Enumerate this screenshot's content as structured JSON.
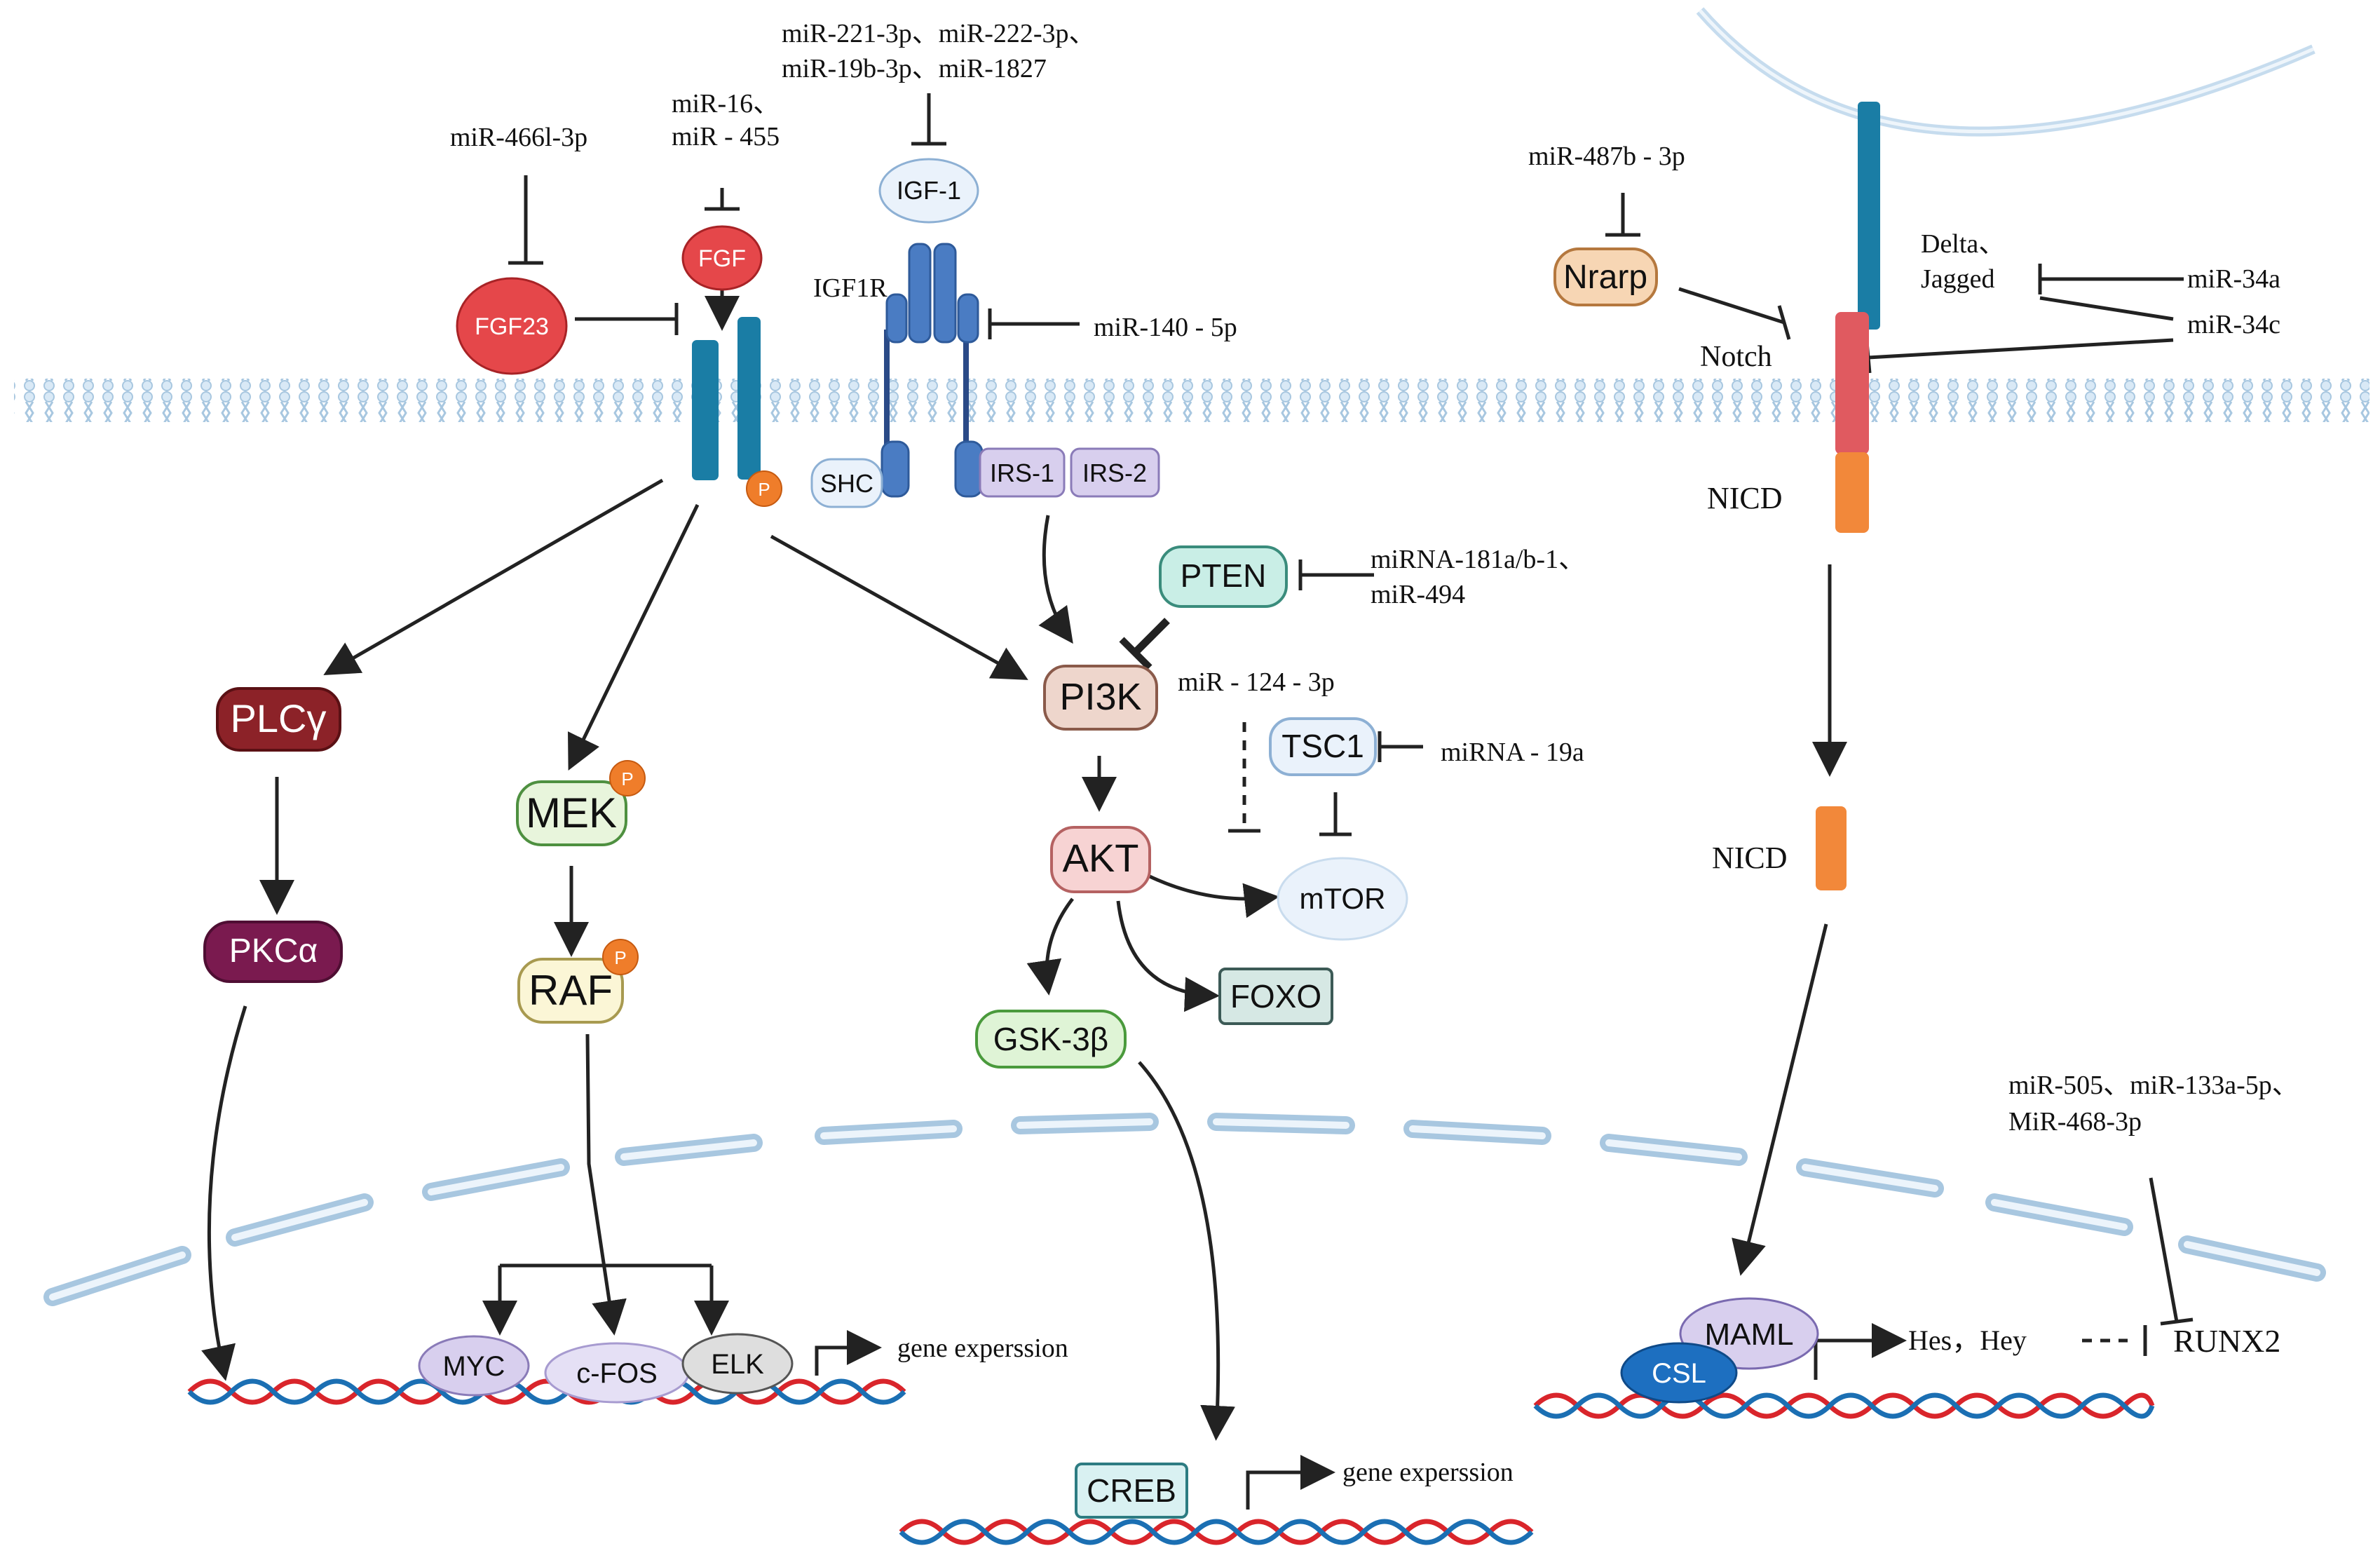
{
  "mirna": {
    "mir466": "miR-466l-3p",
    "mir16_a": "miR-16、",
    "mir16_b": "miR - 455",
    "mir221_a": "miR-221-3p、miR-222-3p、",
    "mir221_b": "miR-19b-3p、miR-1827",
    "mir140": "miR-140 - 5p",
    "mir181_a": "miRNA-181a/b-1、",
    "mir181_b": "miR-494",
    "mir124": "miR - 124 - 3p",
    "mir19a": "miRNA - 19a",
    "mir487": "miR-487b - 3p",
    "mir34a": "miR-34a",
    "mir34c": "miR-34c",
    "mir505_a": "miR-505、miR-133a-5p、",
    "mir505_b": "MiR-468-3p"
  },
  "nodes": {
    "fgf23": "FGF23",
    "fgf": "FGF",
    "igf1": "IGF-1",
    "igf1r": "IGF1R",
    "shc": "SHC",
    "irs1": "IRS-1",
    "irs2": "IRS-2",
    "pten": "PTEN",
    "pi3k": "PI3K",
    "tsc1": "TSC1",
    "akt": "AKT",
    "mtor": "mTOR",
    "foxo": "FOXO",
    "gsk": "GSK-3β",
    "creb": "CREB",
    "plcg": "PLCγ",
    "pkca": "PKCα",
    "mek": "MEK",
    "raf": "RAF",
    "myc": "MYC",
    "cfos": "c-FOS",
    "elk": "ELK",
    "nrarp": "Nrarp",
    "notch": "Notch",
    "delta_a": "Delta、",
    "delta_b": "Jagged",
    "nicd1": "NICD",
    "nicd2": "NICD",
    "maml": "MAML",
    "csl": "CSL",
    "heshey": "Hes，Hey",
    "runx2": "RUNX2",
    "phospho": "P"
  },
  "outputs": {
    "gene_left": "gene experssion",
    "gene_center": "gene experssion"
  },
  "colors": {
    "receptor_teal": "#1a7da5",
    "igf_blue": "#4a7cc3",
    "fgf_red": "#e5474a",
    "notch_red": "#e05a60",
    "nicd_orange": "#f2883a",
    "membrane": "#cfe3f3",
    "dna_red": "#d9252b",
    "dna_blue": "#1b6fb3"
  }
}
